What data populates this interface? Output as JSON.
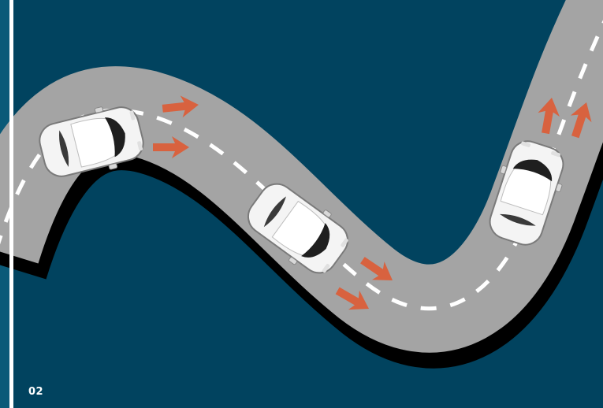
{
  "page": {
    "number": "02"
  },
  "colors": {
    "background": "#01435f",
    "road": "#a4a4a4",
    "road_shadow": "#000000",
    "lane_marking": "#ffffff",
    "arrow": "#d8623f",
    "car_body": "#f4f4f4",
    "car_glass": "#1f1f1f",
    "accent_rule": "#ffffff"
  },
  "diagram": {
    "description_icons": [
      "car-icon",
      "direction-arrow-icon"
    ],
    "car_count": 3,
    "arrow_count": 6
  }
}
